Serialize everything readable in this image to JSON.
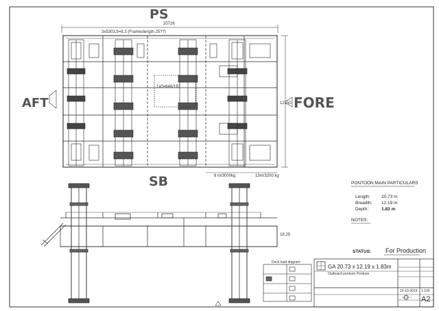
{
  "labels": {
    "ps": "PS",
    "sb": "SB",
    "aft": "AFT",
    "fore": "FORE",
    "overall_length": "20726",
    "spacing_note": "3x5303,9=8.3 (Frameslength 25??)",
    "center_dim": "1x0=646/197",
    "width_dim": "12150",
    "bollard_note_1": "8 m/3000kg",
    "bollard_note_2": "13m/3200 kg",
    "side_dim": "18.29"
  },
  "particulars": {
    "heading": "PONTOON MAIN PARTICULARS",
    "rows": [
      {
        "key": "Length:",
        "value": "20.73 m"
      },
      {
        "key": "Breadth:",
        "value": "12.19 m"
      },
      {
        "key": "Depth:",
        "value": "1.83 m"
      }
    ],
    "notes_label": "NOTES:",
    "status_label": "STATUS:",
    "status_value": "For Production"
  },
  "title_block": {
    "title": "GA 20.73 x 12.19 x 1.83m",
    "subtitle": "Outboard pontoon Pontoon",
    "date": "10-10-2019",
    "scale": "1:100",
    "sheet_size": "A2"
  },
  "key_diagram": {
    "heading": "Deck load diagram"
  }
}
